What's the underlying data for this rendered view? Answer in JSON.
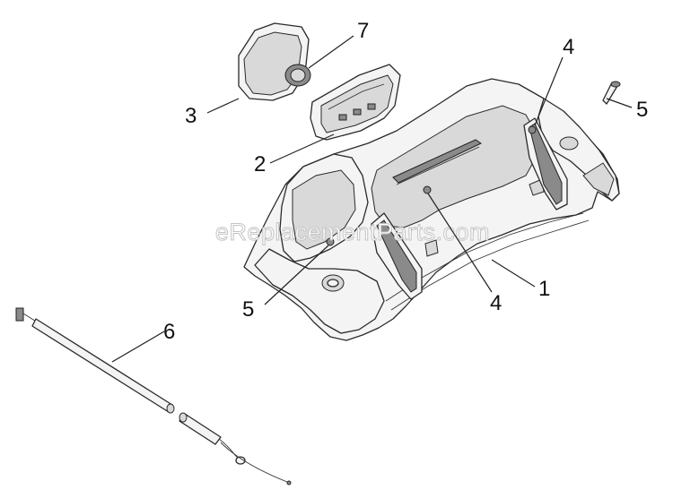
{
  "watermark": "eReplacementParts.com",
  "callouts": {
    "c1": "1",
    "c2": "2",
    "c3": "3",
    "c4a": "4",
    "c4b": "4",
    "c5a": "5",
    "c5b": "5",
    "c6": "6",
    "c7": "7"
  },
  "parts": {
    "hood": "hood-body",
    "headlight_housing": "headlight-housing",
    "lamp": "headlight-lamp",
    "bulb_socket": "bulb-socket",
    "lens_strip_left": "lens-strip-left",
    "lens_strip_right": "lens-strip-right",
    "screws": "screw",
    "wiring_harness": "wiring-harness"
  }
}
